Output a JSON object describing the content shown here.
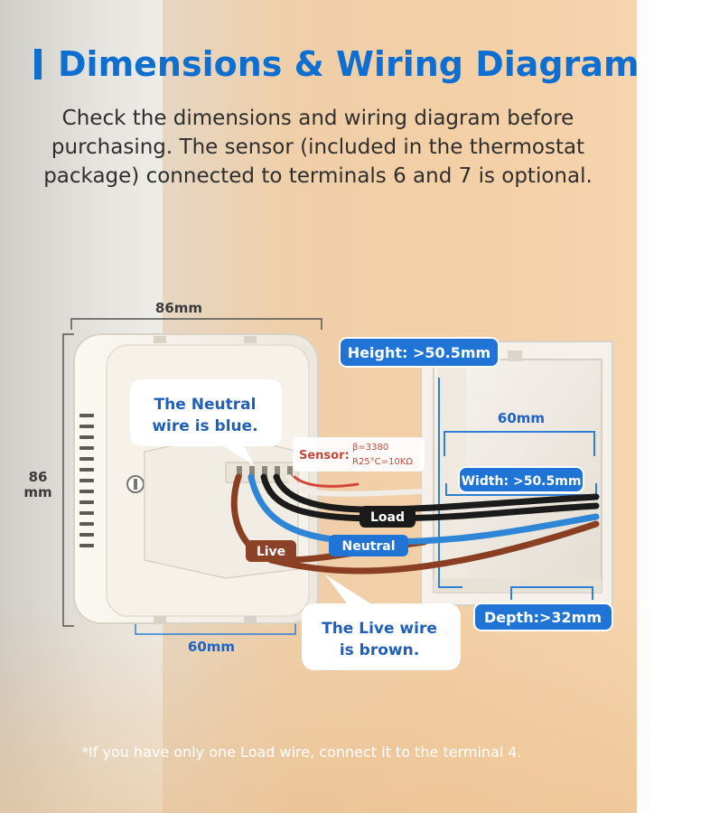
{
  "header": {
    "title": "Dimensions & Wiring Diagram",
    "subtitle_line1": "Check the dimensions and wiring diagram before",
    "subtitle_line2": "purchasing. The sensor (included in the thermostat",
    "subtitle_line3": "package) connected to terminals 6 and 7 is optional."
  },
  "thermostat": {
    "width_label": "86mm",
    "height_label_1": "86",
    "height_label_2": "mm",
    "depth_label": "60mm"
  },
  "backbox": {
    "height_label": "Height: >50.5mm",
    "inner_label": "60mm",
    "width_label": "Width: >50.5mm",
    "depth_label": "Depth:>32mm"
  },
  "wires": {
    "sensor_label": "Sensor:",
    "sensor_spec_1": "β=3380",
    "sensor_spec_2": "R25°C=10KΩ",
    "load_label": "Load",
    "neutral_label": "Neutral",
    "live_label": "Live"
  },
  "callouts": {
    "neutral_line1": "The Neutral",
    "neutral_line2": "wire is blue.",
    "live_line1": "The Live wire",
    "live_line2": "is brown."
  },
  "footnote": "*If you have only one Load wire, connect it to the terminal 4.",
  "colors": {
    "title_blue": "#0f6fd0",
    "pill_blue": "#1f74d6",
    "neutral_wire": "#2f86d6",
    "live_wire": "#8b3f22",
    "load_wire": "#1b1b1b",
    "live_pill": "#8b4227",
    "load_pill": "#1a1a1a"
  }
}
